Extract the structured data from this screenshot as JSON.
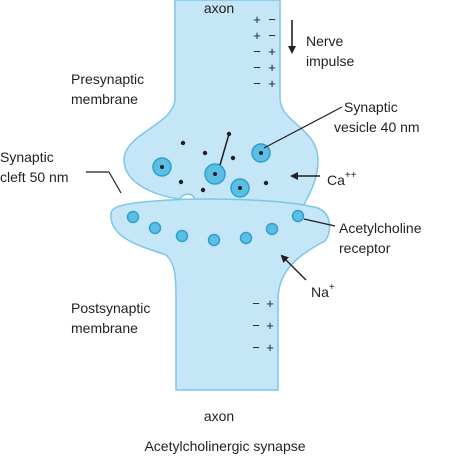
{
  "title": "Acetylcholinergic synapse",
  "labels": {
    "axon_top": "axon",
    "axon_bottom": "axon",
    "nerve_impulse": [
      "Nerve",
      "impulse"
    ],
    "presynaptic_membrane": [
      "Presynaptic",
      "membrane"
    ],
    "synaptic_vesicle": [
      "Synaptic",
      "vesicle 40 nm"
    ],
    "synaptic_cleft": [
      "Synaptic",
      "cleft 50 nm"
    ],
    "calcium_ion": "Ca",
    "calcium_charge": "++",
    "acetylcholine_receptor": [
      "Acetylcholine",
      "receptor"
    ],
    "sodium_ion": "Na",
    "sodium_charge": "+",
    "postsynaptic_membrane": [
      "Postsynaptic",
      "membrane"
    ]
  },
  "charges": {
    "presynaptic_left": [
      "+",
      "+",
      "−",
      "−",
      "−"
    ],
    "presynaptic_right": [
      "−",
      "−",
      "+",
      "+",
      "+"
    ],
    "postsynaptic_left": [
      "−",
      "−",
      "−"
    ],
    "postsynaptic_right": [
      "+",
      "+",
      "+"
    ]
  },
  "colors": {
    "fill": "#bfe3f5",
    "fill_light": "#d7eefa",
    "stroke": "#7cc6e8",
    "vesicle": "#5bbfe4",
    "ink": "#231f20"
  }
}
